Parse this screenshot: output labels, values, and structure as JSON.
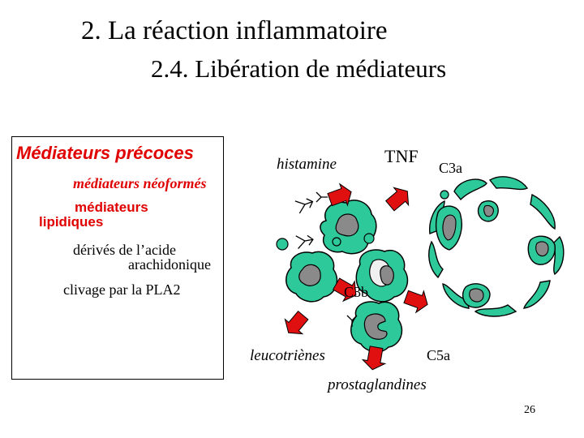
{
  "slide": {
    "title": "2. La réaction inflammatoire",
    "subtitle": "2.4. Libération de médiateurs",
    "page_number": "26"
  },
  "left_box": {
    "heading": "Médiateurs précoces",
    "neoformes": "médiateurs néoformés",
    "lipidiques_line1": "médiateurs",
    "lipidiques_line2": "lipidiques",
    "derives_line1": "dérivés de l’acide",
    "derives_line2": "arachidonique",
    "clivage": "clivage par la PLA2"
  },
  "diagram": {
    "labels": {
      "histamine": "histamine",
      "tnf": "TNF",
      "c3a": "C3a",
      "c3b": "C3b",
      "c5a": "C5a",
      "leucotrienes": "leucotriènes",
      "prostaglandines": "prostaglandines"
    },
    "colors": {
      "cell_fill": "#2ec99a",
      "nucleus_fill": "#8a8a8a",
      "vacuole_fill": "#f0f0f0",
      "arrow_fill": "#e01010",
      "outline": "#000000"
    }
  }
}
